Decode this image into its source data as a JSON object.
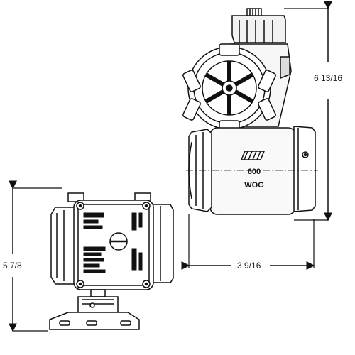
{
  "dimensions": {
    "height_side": "6 13/16",
    "height_front": "5 7/8",
    "width_side": "3 9/16"
  },
  "valve_body": {
    "pressure_value": "600",
    "pressure_unit": "WOG"
  },
  "colors": {
    "line": "#111111",
    "fill_light": "#f2f2f2",
    "fill_white": "#ffffff"
  }
}
